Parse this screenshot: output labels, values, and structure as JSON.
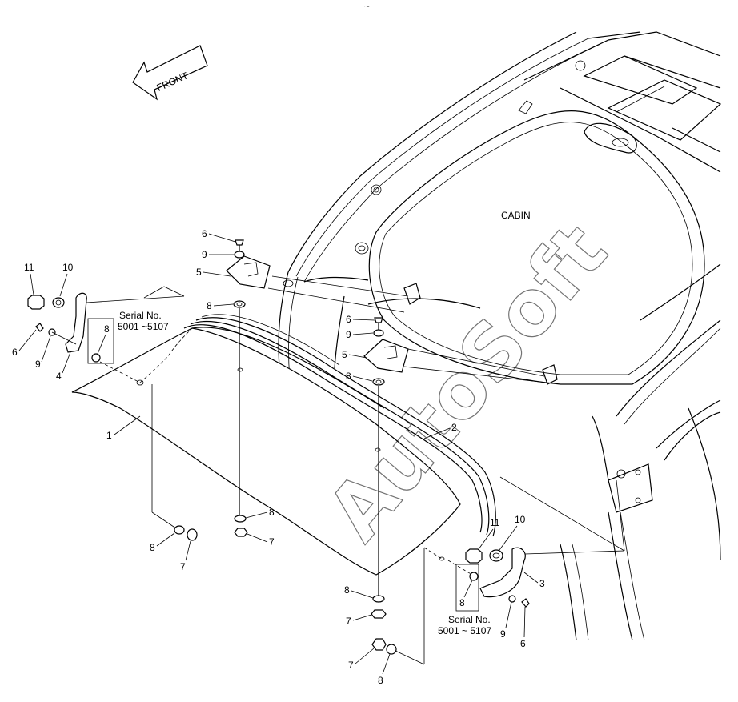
{
  "diagram": {
    "front_label": "FRONT",
    "cabin_label": "CABIN",
    "watermark": "AutoSoft",
    "top_mark": "~",
    "serial_note_left": {
      "line1": "Serial No.",
      "line2": "5001 ~5107"
    },
    "serial_note_right": {
      "line1": "Serial No.",
      "line2": "5001 ~ 5107"
    },
    "callouts": {
      "c11_left": "11",
      "c10_left": "10",
      "c6_left": "6",
      "c9_left": "9",
      "c4": "4",
      "c8_box_left": "8",
      "c1": "1",
      "c6_top": "6",
      "c9_top": "9",
      "c5_top": "5",
      "c8_top": "8",
      "c6_mid": "6",
      "c9_mid": "9",
      "c5_mid": "5",
      "c8_mid": "8",
      "c2": "2",
      "c8_lower_center": "8",
      "c7_lower_center": "7",
      "c8_lower_left": "8",
      "c7_lower_left": "7",
      "c11_right": "11",
      "c10_right": "10",
      "c3": "3",
      "c8_box_right": "8",
      "c9_right": "9",
      "c6_right": "6",
      "c8_bottom_a": "8",
      "c7_bottom_a": "7",
      "c7_bottom_b": "7",
      "c8_bottom_b": "8"
    }
  }
}
